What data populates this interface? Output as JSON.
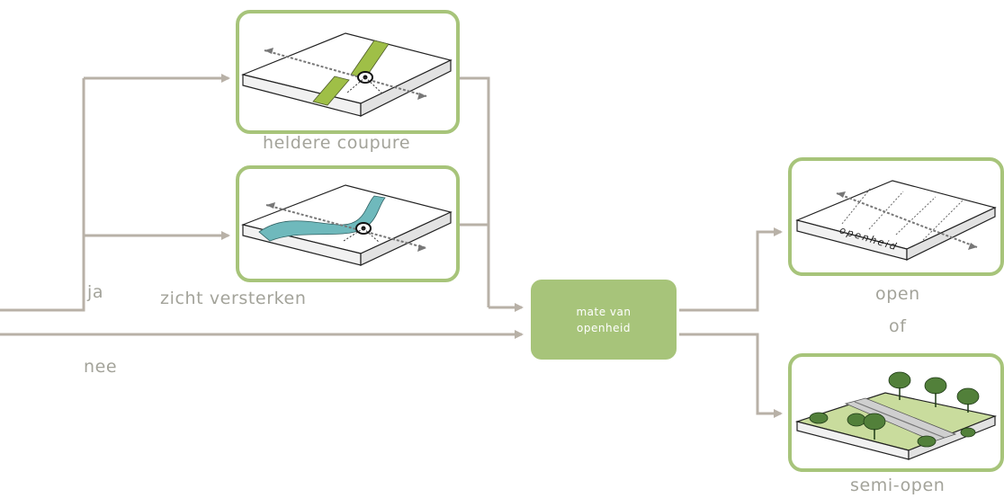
{
  "colors": {
    "connector": "#b8b1a7",
    "accent_green": "#a7c47a",
    "panel_border": "#a7c47a",
    "label_text": "#a3a39a",
    "river_blue": "#6fb9bc",
    "strip_green": "#9fbf47"
  },
  "labels": {
    "yes": "ja",
    "no": "nee",
    "or": "of"
  },
  "options_left": [
    {
      "caption": "heldere coupure",
      "illustration": "straight-coupure-slab-icon"
    },
    {
      "caption": "zicht versterken",
      "illustration": "river-view-slab-icon"
    }
  ],
  "decision": {
    "line1": "mate van",
    "line2": "openheid"
  },
  "outcomes": [
    {
      "caption": "open",
      "illustration": "openness-slab-icon",
      "slab_text": "openheid"
    },
    {
      "caption": "semi-open",
      "illustration": "trees-railway-slab-icon"
    }
  ]
}
